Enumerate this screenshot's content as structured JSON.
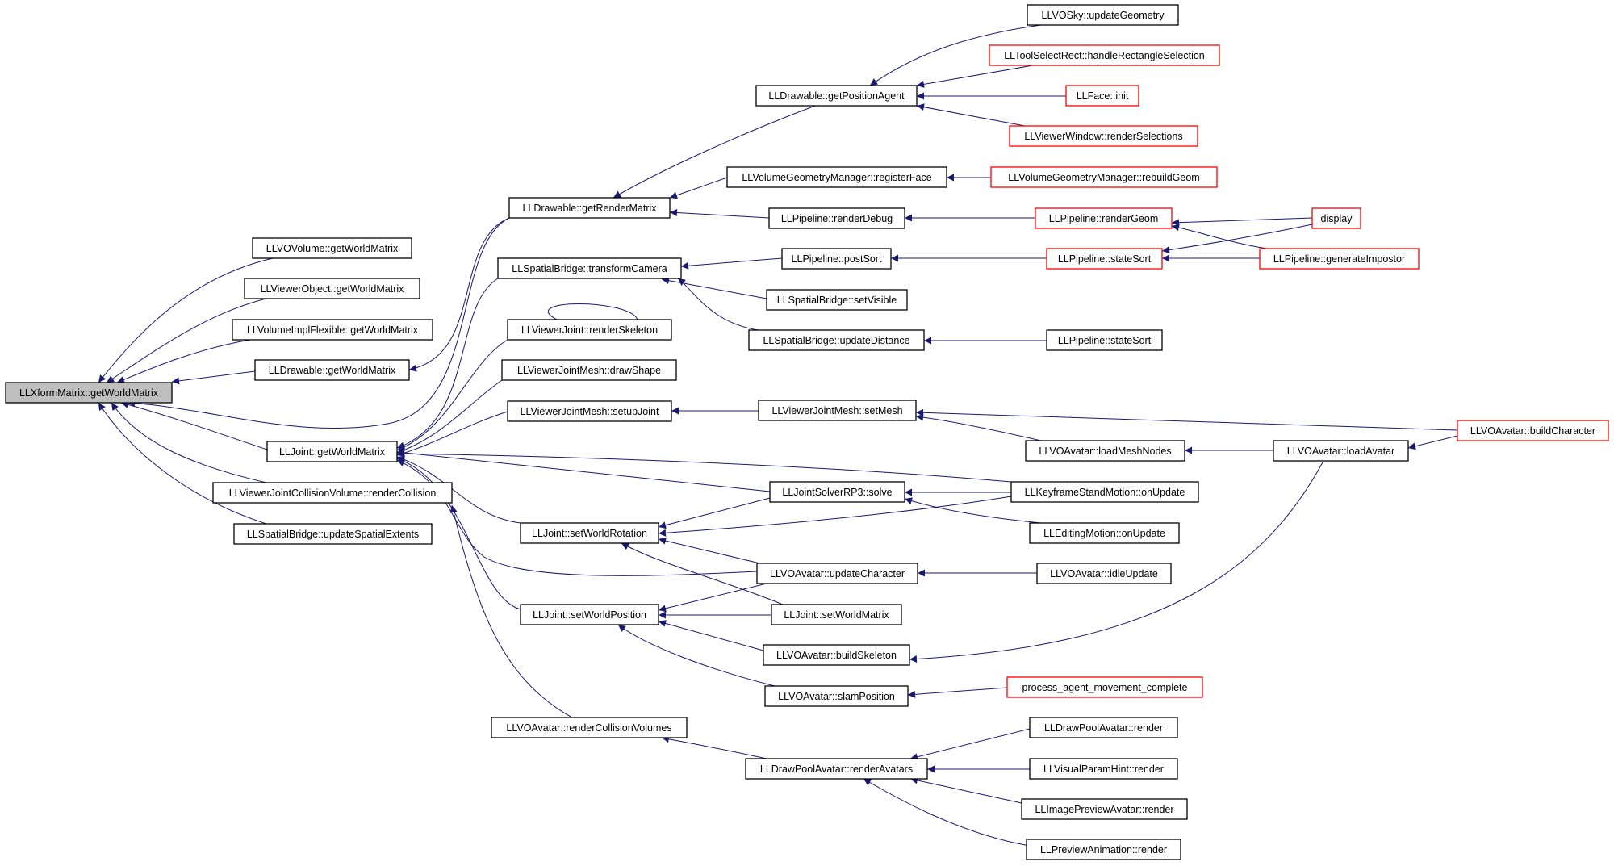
{
  "colors": {
    "edge": "#191970",
    "normal_border": "#000000",
    "truncated_border": "#ff0000",
    "root_fill": "#bfbfbf",
    "node_fill": "#ffffff"
  },
  "nodes": [
    {
      "id": "root",
      "label": "LLXformMatrix::getWorldMatrix",
      "style": "root"
    },
    {
      "id": "vovol_gwm",
      "label": "LLVOVolume::getWorldMatrix",
      "style": "normal"
    },
    {
      "id": "vobj_gwm",
      "label": "LLViewerObject::getWorldMatrix",
      "style": "normal"
    },
    {
      "id": "vif_gwm",
      "label": "LLVolumeImplFlexible::getWorldMatrix",
      "style": "normal"
    },
    {
      "id": "draw_gwm",
      "label": "LLDrawable::getWorldMatrix",
      "style": "normal"
    },
    {
      "id": "joint_gwm",
      "label": "LLJoint::getWorldMatrix",
      "style": "normal"
    },
    {
      "id": "vjcv_rc",
      "label": "LLViewerJointCollisionVolume::renderCollision",
      "style": "normal"
    },
    {
      "id": "sb_use",
      "label": "LLSpatialBridge::updateSpatialExtents",
      "style": "normal"
    },
    {
      "id": "draw_grm",
      "label": "LLDrawable::getRenderMatrix",
      "style": "normal"
    },
    {
      "id": "sb_tc",
      "label": "LLSpatialBridge::transformCamera",
      "style": "normal"
    },
    {
      "id": "vj_rs",
      "label": "LLViewerJoint::renderSkeleton",
      "style": "normal"
    },
    {
      "id": "vjm_ds",
      "label": "LLViewerJointMesh::drawShape",
      "style": "normal"
    },
    {
      "id": "vjm_sj",
      "label": "LLViewerJointMesh::setupJoint",
      "style": "normal"
    },
    {
      "id": "joint_swr",
      "label": "LLJoint::setWorldRotation",
      "style": "normal"
    },
    {
      "id": "joint_swp",
      "label": "LLJoint::setWorldPosition",
      "style": "normal"
    },
    {
      "id": "voa_rcv",
      "label": "LLVOAvatar::renderCollisionVolumes",
      "style": "normal"
    },
    {
      "id": "draw_gpa",
      "label": "LLDrawable::getPositionAgent",
      "style": "normal"
    },
    {
      "id": "vgm_rf",
      "label": "LLVolumeGeometryManager::registerFace",
      "style": "normal"
    },
    {
      "id": "pipe_rd",
      "label": "LLPipeline::renderDebug",
      "style": "normal"
    },
    {
      "id": "pipe_ps",
      "label": "LLPipeline::postSort",
      "style": "normal"
    },
    {
      "id": "sb_sv",
      "label": "LLSpatialBridge::setVisible",
      "style": "normal"
    },
    {
      "id": "sb_ud",
      "label": "LLSpatialBridge::updateDistance",
      "style": "normal"
    },
    {
      "id": "vjm_sm",
      "label": "LLViewerJointMesh::setMesh",
      "style": "normal"
    },
    {
      "id": "jsrp3_s",
      "label": "LLJointSolverRP3::solve",
      "style": "normal"
    },
    {
      "id": "voa_uc",
      "label": "LLVOAvatar::updateCharacter",
      "style": "normal"
    },
    {
      "id": "joint_swm",
      "label": "LLJoint::setWorldMatrix",
      "style": "normal"
    },
    {
      "id": "voa_bs",
      "label": "LLVOAvatar::buildSkeleton",
      "style": "normal"
    },
    {
      "id": "voa_sp",
      "label": "LLVOAvatar::slamPosition",
      "style": "normal"
    },
    {
      "id": "dpa_ra",
      "label": "LLDrawPoolAvatar::renderAvatars",
      "style": "normal"
    },
    {
      "id": "vosky_ug",
      "label": "LLVOSky::updateGeometry",
      "style": "normal"
    },
    {
      "id": "tsr_hrs",
      "label": "LLToolSelectRect::handleRectangleSelection",
      "style": "truncated"
    },
    {
      "id": "face_init",
      "label": "LLFace::init",
      "style": "truncated"
    },
    {
      "id": "vw_rs",
      "label": "LLViewerWindow::renderSelections",
      "style": "truncated"
    },
    {
      "id": "vgm_rg",
      "label": "LLVolumeGeometryManager::rebuildGeom",
      "style": "truncated"
    },
    {
      "id": "pipe_rg",
      "label": "LLPipeline::renderGeom",
      "style": "truncated"
    },
    {
      "id": "pipe_ss",
      "label": "LLPipeline::stateSort",
      "style": "truncated"
    },
    {
      "id": "pipe_ss2",
      "label": "LLPipeline::stateSort",
      "style": "normal"
    },
    {
      "id": "voa_lmn",
      "label": "LLVOAvatar::loadMeshNodes",
      "style": "normal"
    },
    {
      "id": "ksm_ou",
      "label": "LLKeyframeStandMotion::onUpdate",
      "style": "normal"
    },
    {
      "id": "em_ou",
      "label": "LLEditingMotion::onUpdate",
      "style": "normal"
    },
    {
      "id": "voa_iu",
      "label": "LLVOAvatar::idleUpdate",
      "style": "normal"
    },
    {
      "id": "pamc",
      "label": "process_agent_movement_complete",
      "style": "truncated"
    },
    {
      "id": "dpav_r",
      "label": "LLDrawPoolAvatar::render",
      "style": "normal"
    },
    {
      "id": "vph_r",
      "label": "LLVisualParamHint::render",
      "style": "normal"
    },
    {
      "id": "ipa_r",
      "label": "LLImagePreviewAvatar::render",
      "style": "normal"
    },
    {
      "id": "pa_r",
      "label": "LLPreviewAnimation::render",
      "style": "normal"
    },
    {
      "id": "display",
      "label": "display",
      "style": "truncated"
    },
    {
      "id": "pipe_gi",
      "label": "LLPipeline::generateImpostor",
      "style": "truncated"
    },
    {
      "id": "voa_la",
      "label": "LLVOAvatar::loadAvatar",
      "style": "normal"
    },
    {
      "id": "voa_bc",
      "label": "LLVOAvatar::buildCharacter",
      "style": "truncated"
    }
  ],
  "edges": [
    {
      "from": "vovol_gwm",
      "to": "root"
    },
    {
      "from": "vobj_gwm",
      "to": "root"
    },
    {
      "from": "vif_gwm",
      "to": "root"
    },
    {
      "from": "draw_gwm",
      "to": "root"
    },
    {
      "from": "joint_gwm",
      "to": "root"
    },
    {
      "from": "vjcv_rc",
      "to": "root"
    },
    {
      "from": "sb_use",
      "to": "root"
    },
    {
      "from": "draw_grm",
      "to": "root"
    },
    {
      "from": "draw_grm",
      "to": "draw_gwm"
    },
    {
      "from": "sb_tc",
      "to": "joint_gwm"
    },
    {
      "from": "vj_rs",
      "to": "joint_gwm"
    },
    {
      "from": "vj_rs",
      "to": "vj_rs"
    },
    {
      "from": "vjm_ds",
      "to": "joint_gwm"
    },
    {
      "from": "vjm_sj",
      "to": "joint_gwm"
    },
    {
      "from": "joint_swr",
      "to": "joint_gwm"
    },
    {
      "from": "joint_swp",
      "to": "joint_gwm"
    },
    {
      "from": "voa_rcv",
      "to": "vjcv_rc"
    },
    {
      "from": "jsrp3_s",
      "to": "joint_gwm"
    },
    {
      "from": "ksm_ou",
      "to": "joint_gwm"
    },
    {
      "from": "voa_uc",
      "to": "joint_gwm"
    },
    {
      "from": "draw_gpa",
      "to": "draw_grm"
    },
    {
      "from": "vgm_rf",
      "to": "draw_grm"
    },
    {
      "from": "pipe_rd",
      "to": "draw_grm"
    },
    {
      "from": "pipe_ps",
      "to": "sb_tc"
    },
    {
      "from": "sb_sv",
      "to": "sb_tc"
    },
    {
      "from": "sb_ud",
      "to": "sb_tc"
    },
    {
      "from": "vjm_sm",
      "to": "vjm_sj"
    },
    {
      "from": "jsrp3_s",
      "to": "joint_swr"
    },
    {
      "from": "voa_uc",
      "to": "joint_swr"
    },
    {
      "from": "joint_swm",
      "to": "joint_swr"
    },
    {
      "from": "ksm_ou",
      "to": "joint_swr"
    },
    {
      "from": "voa_uc",
      "to": "joint_swp"
    },
    {
      "from": "joint_swm",
      "to": "joint_swp"
    },
    {
      "from": "voa_bs",
      "to": "joint_swp"
    },
    {
      "from": "voa_sp",
      "to": "joint_swp"
    },
    {
      "from": "dpa_ra",
      "to": "voa_rcv"
    },
    {
      "from": "vosky_ug",
      "to": "draw_gpa"
    },
    {
      "from": "tsr_hrs",
      "to": "draw_gpa"
    },
    {
      "from": "face_init",
      "to": "draw_gpa"
    },
    {
      "from": "vw_rs",
      "to": "draw_gpa"
    },
    {
      "from": "vgm_rg",
      "to": "vgm_rf"
    },
    {
      "from": "pipe_rg",
      "to": "pipe_rd"
    },
    {
      "from": "pipe_ss",
      "to": "pipe_ps"
    },
    {
      "from": "pipe_ss2",
      "to": "sb_ud"
    },
    {
      "from": "voa_lmn",
      "to": "vjm_sm"
    },
    {
      "from": "voa_bc",
      "to": "vjm_sm"
    },
    {
      "from": "ksm_ou",
      "to": "jsrp3_s"
    },
    {
      "from": "em_ou",
      "to": "jsrp3_s"
    },
    {
      "from": "voa_iu",
      "to": "voa_uc"
    },
    {
      "from": "voa_la",
      "to": "voa_bs"
    },
    {
      "from": "pamc",
      "to": "voa_sp"
    },
    {
      "from": "dpav_r",
      "to": "dpa_ra"
    },
    {
      "from": "vph_r",
      "to": "dpa_ra"
    },
    {
      "from": "ipa_r",
      "to": "dpa_ra"
    },
    {
      "from": "pa_r",
      "to": "dpa_ra"
    },
    {
      "from": "display",
      "to": "pipe_rg"
    },
    {
      "from": "pipe_gi",
      "to": "pipe_rg"
    },
    {
      "from": "display",
      "to": "pipe_ss"
    },
    {
      "from": "pipe_gi",
      "to": "pipe_ss"
    },
    {
      "from": "voa_la",
      "to": "voa_lmn"
    },
    {
      "from": "voa_bc",
      "to": "voa_la"
    }
  ]
}
